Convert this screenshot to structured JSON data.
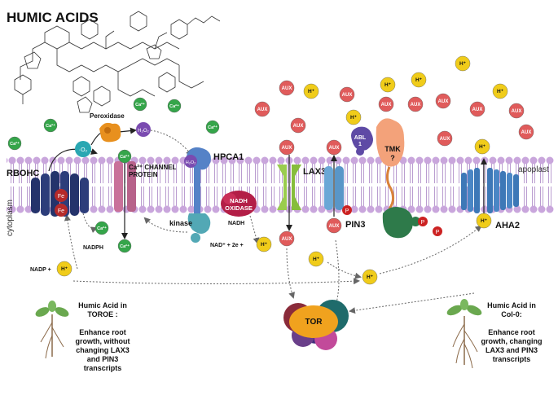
{
  "title": "HUMIC ACIDS",
  "labels": {
    "rbohc": "RBOHC",
    "fe": "Fe",
    "superoxide": "·O₂",
    "peroxidase": "Peroxidase",
    "h2o2": "H₂O₂",
    "ca": "Ca²⁺",
    "ca_channel_l1": "Ca²⁺ CHANNEL",
    "ca_channel_l2": "PROTEIN",
    "hpca1": "HPCA1",
    "kinase": "kinase",
    "nadh_oxidase_l1": "NADH",
    "nadh_oxidase_l2": "OXIDASE",
    "nadh": "NADH",
    "nad_eq": "NAD⁺ + 2e +",
    "nadph": "NADPH",
    "nadp": "NADP +",
    "lax3": "LAX3",
    "pin3": "PIN3",
    "abl1_l1": "ABL",
    "abl1_l2": "1",
    "tmk": "TMK",
    "tmk_q": "?",
    "aha2": "AHA2",
    "apoplast": "apoplast",
    "cytoplasm": "cytoplasm",
    "tor": "TOR",
    "aux": "AUX",
    "h": "H⁺",
    "p": "P"
  },
  "left_panel": {
    "heading_l1": "Humic Acid in",
    "heading_l2": "TOROE :",
    "body_l1": "Enhance root",
    "body_l2": "growth, without",
    "body_l3": "changing LAX3",
    "body_l4": "and PIN3",
    "body_l5": "transcripts"
  },
  "right_panel": {
    "heading_l1": "Humic Acid in",
    "heading_l2": "Col-0:",
    "body_l1": "Enhance root",
    "body_l2": "growth, changing",
    "body_l3": "LAX3 and PIN3",
    "body_l4": "transcripts"
  },
  "colors": {
    "membrane_head": "#c9a6dc",
    "membrane_tail": "#9f7ab8",
    "aux_fill": "#e05b5b",
    "h_fill": "#f0cc1a",
    "ca_fill": "#35a54a",
    "h2o2_fill": "#7a4bb0",
    "rbohc_fill": "#24336b",
    "fe_fill": "#b52a2a",
    "ca_channel_fill": "#c9719a",
    "hpca1_fill": "#5582c7",
    "kinase_fill": "#52a8b5",
    "nadh_oxidase_fill": "#b31e47",
    "lax3_fill": "#9acd4d",
    "pin3_fill": "#6aa7d6",
    "tmk_fill": "#f3a27a",
    "tmk_kinase_fill": "#2e7a4a",
    "aha2_fill": "#3d78b7",
    "abl1_fill": "#5e4aa5",
    "peroxidase_fill": "#e8901e",
    "tor_fill": "#f0a21e"
  }
}
